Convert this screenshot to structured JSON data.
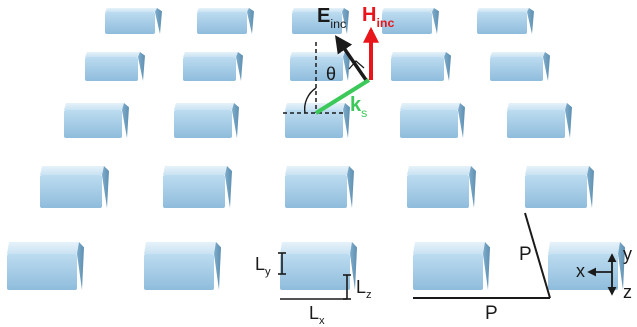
{
  "colors": {
    "block_front": "#a9cde6",
    "block_top": "#d4e8f4",
    "block_side": "#6f9fc0",
    "e_field": "#1a1a1a",
    "h_field": "#e8151b",
    "k_vector": "#3cc95a",
    "dimension": "#1a1a1a"
  },
  "labels": {
    "e_inc": {
      "main": "E",
      "sub": "inc"
    },
    "h_inc": {
      "main": "H",
      "sub": "inc"
    },
    "k_s": {
      "main": "k",
      "sub": "s"
    },
    "theta": "θ",
    "l_y": {
      "main": "L",
      "sub": "y"
    },
    "l_z": {
      "main": "L",
      "sub": "z"
    },
    "l_x": {
      "main": "L",
      "sub": "x"
    },
    "period_vertical": "P",
    "period_horizontal": "P",
    "axis_x": "x",
    "axis_y": "y",
    "axis_z": "z"
  },
  "array": {
    "rows": 5,
    "columns": 5
  }
}
